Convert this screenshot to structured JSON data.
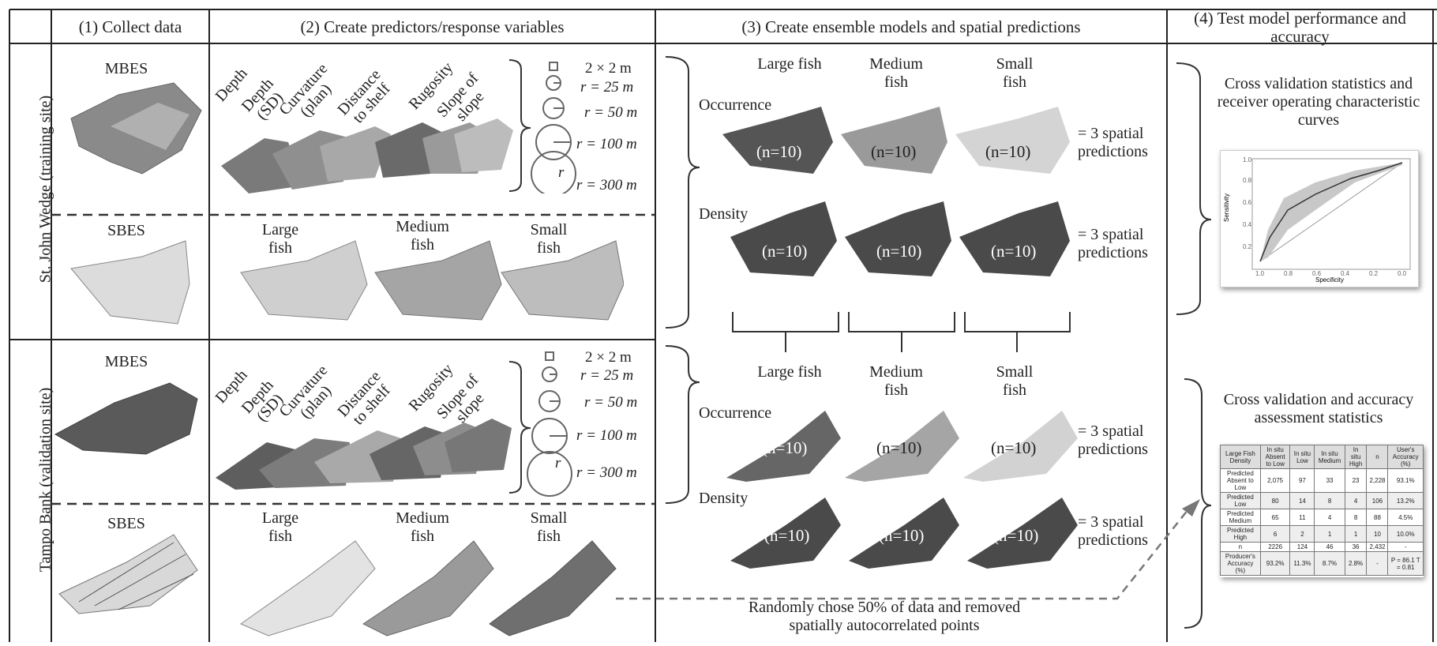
{
  "columns": {
    "c1": "(1) Collect data",
    "c2": "(2) Create predictors/response variables",
    "c3": "(3) Create ensemble models and spatial predictions",
    "c4": "(4) Test model performance and accuracy"
  },
  "sites": {
    "training": "St. John Wedge (training site)",
    "validation": "Tampo Bank (validation site)"
  },
  "data_types": {
    "mbes": "MBES",
    "sbes": "SBES"
  },
  "predictors": [
    "Depth",
    "Depth (SD)",
    "Curvature (plan)",
    "Distance to shelf",
    "Rugosity",
    "Slope of slope"
  ],
  "scales": [
    "2 × 2 m",
    "r = 25 m",
    "r = 50 m",
    "r = 100 m",
    "r = 300 m"
  ],
  "scale_r": "r",
  "fish": {
    "large": "Large fish",
    "medium": "Medium fish",
    "small": "Small fish"
  },
  "models": {
    "occurrence": "Occurrence",
    "density": "Density",
    "n": "(n=10)",
    "result": "= 3 spatial predictions"
  },
  "evaluation": {
    "cv_roc": "Cross validation statistics and receiver operating characteristic curves",
    "cv_acc": "Cross validation and accuracy assessment statistics",
    "random": "Randomly chose 50% of data and removed spatially autocorrelated points"
  },
  "roc_plot": {
    "ylabel": "Sensitivity",
    "xlabel": "Specificity",
    "yticks": [
      "0.2",
      "0.4",
      "0.6",
      "0.8",
      "1.0"
    ],
    "xticks": [
      "1.0",
      "0.8",
      "0.6",
      "0.4",
      "0.2",
      "0.0"
    ]
  },
  "accuracy_table": {
    "headers": [
      "Large Fish Density",
      "In situ Absent to Low",
      "In situ Low",
      "In situ Medium",
      "In situ High",
      "n",
      "User's Accuracy (%)"
    ],
    "rows": [
      [
        "Predicted Absent to Low",
        "2,075",
        "97",
        "33",
        "23",
        "2,228",
        "93.1%"
      ],
      [
        "Predicted Low",
        "80",
        "14",
        "8",
        "4",
        "106",
        "13.2%"
      ],
      [
        "Predicted Medium",
        "65",
        "11",
        "4",
        "8",
        "88",
        "4.5%"
      ],
      [
        "Predicted High",
        "6",
        "2",
        "1",
        "1",
        "10",
        "10.0%"
      ],
      [
        "n",
        "2226",
        "124",
        "46",
        "36",
        "2,432",
        "-"
      ],
      [
        "Producer's Accuracy (%)",
        "93.2%",
        "11.3%",
        "8.7%",
        "2.8%",
        "-",
        "P = 86.1 T = 0.81"
      ]
    ]
  },
  "colors": {
    "grid": "#222222",
    "map_dark": "#4a4a4a",
    "map_mid": "#8a8a8a",
    "map_light": "#cfcfcf",
    "roc_band": "#c8c8c8",
    "arrow": "#777777"
  }
}
